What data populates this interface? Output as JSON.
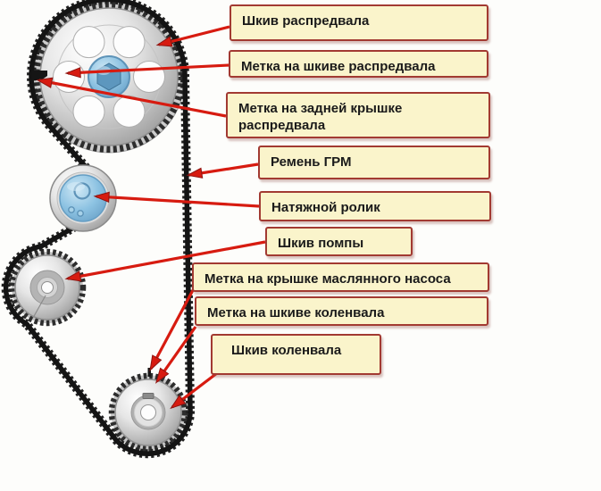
{
  "diagram": {
    "subject": "timing-belt-scheme",
    "labels": [
      {
        "id": "camshaft-pulley",
        "text": "Шкив распредвала"
      },
      {
        "id": "camshaft-pulley-mark",
        "text": "Метка на шкиве распредвала"
      },
      {
        "id": "camshaft-rear-cover-mark",
        "text": "Метка на задней крышке распредвала"
      },
      {
        "id": "timing-belt",
        "text": "Ремень ГРМ"
      },
      {
        "id": "tensioner-roller",
        "text": "Натяжной ролик"
      },
      {
        "id": "pump-pulley",
        "text": "Шкив помпы"
      },
      {
        "id": "oil-pump-cover-mark",
        "text": "Метка на крышке маслянного насоса"
      },
      {
        "id": "crankshaft-pulley-mark",
        "text": "Метка на шкиве коленвала"
      },
      {
        "id": "crankshaft-pulley",
        "text": "Шкив коленвала"
      }
    ],
    "parts": [
      "camshaft-sprocket",
      "tensioner-roller",
      "pump-sprocket",
      "crankshaft-sprocket",
      "timing-belt",
      "alignment-marks"
    ],
    "colors": {
      "label_bg": "#faf4cb",
      "label_border": "#a23a32",
      "arrow_red": "#d71b10",
      "belt_black": "#1a1a1a",
      "hub_blue": "#8cc2e2",
      "metal_gray": "#c9c9c9"
    }
  }
}
